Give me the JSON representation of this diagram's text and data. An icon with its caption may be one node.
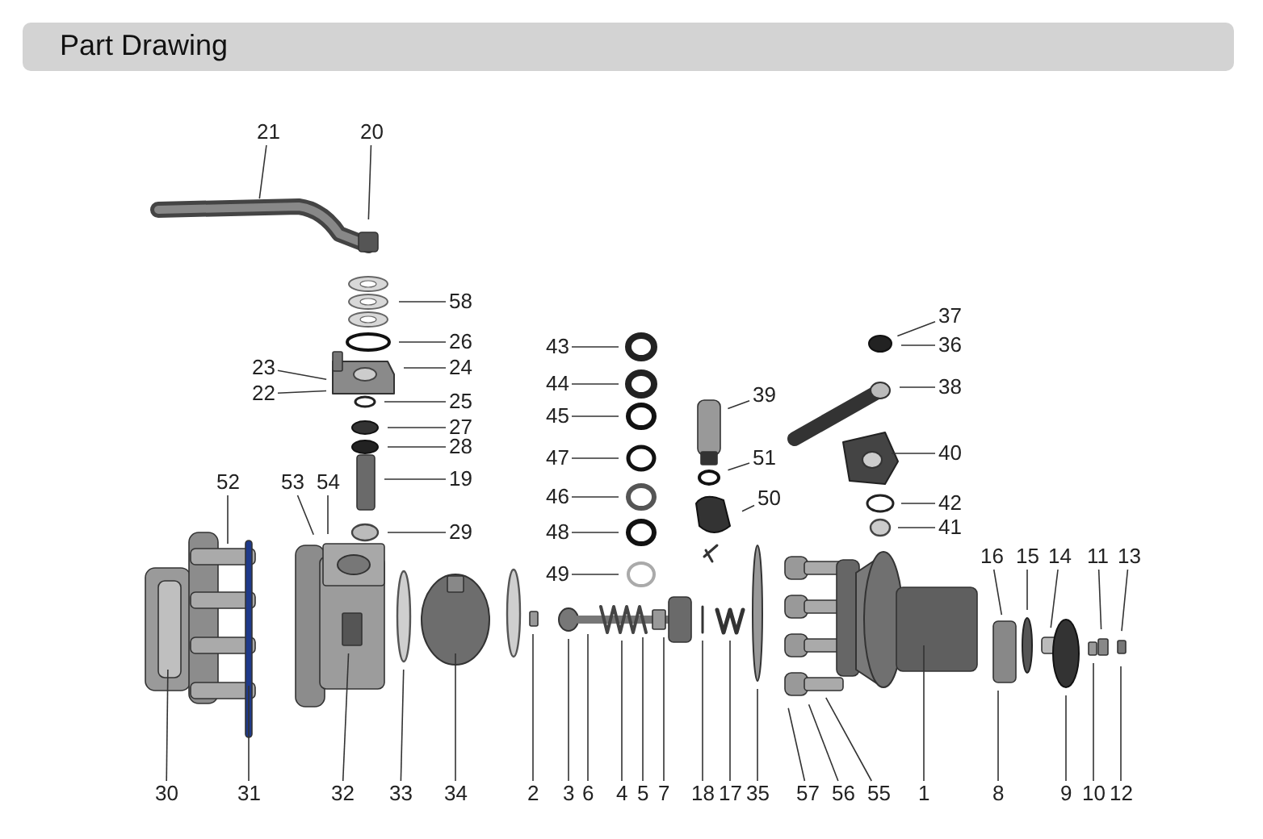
{
  "diagram": {
    "title": "Part Drawing",
    "nodes": [
      {
        "text": [
          "21"
        ]
      },
      {
        "text": [
          "20"
        ]
      },
      {
        "text": [
          "37"
        ]
      },
      {
        "text": [
          "58"
        ]
      },
      {
        "text": [
          "36"
        ]
      },
      {
        "text": [
          "26"
        ]
      },
      {
        "text": [
          "43"
        ]
      },
      {
        "text": [
          "23"
        ]
      },
      {
        "text": [
          "24"
        ]
      },
      {
        "text": [
          "44"
        ]
      },
      {
        "text": [
          "38"
        ]
      },
      {
        "text": [
          "22"
        ]
      },
      {
        "text": [
          "39"
        ]
      },
      {
        "text": [
          "25"
        ]
      },
      {
        "text": [
          "45"
        ]
      },
      {
        "text": [
          "27"
        ]
      },
      {
        "text": [
          "28"
        ]
      },
      {
        "text": [
          "40"
        ]
      },
      {
        "text": [
          "47"
        ]
      },
      {
        "text": [
          "51"
        ]
      },
      {
        "text": [
          "19"
        ]
      },
      {
        "text": [
          "52"
        ]
      },
      {
        "text": [
          "53"
        ]
      },
      {
        "text": [
          "54"
        ]
      },
      {
        "text": [
          "46"
        ]
      },
      {
        "text": [
          "50"
        ]
      },
      {
        "text": [
          "42"
        ]
      },
      {
        "text": [
          "41"
        ]
      },
      {
        "text": [
          "29"
        ]
      },
      {
        "text": [
          "48"
        ]
      },
      {
        "text": [
          "16"
        ]
      },
      {
        "text": [
          "15"
        ]
      },
      {
        "text": [
          "14"
        ]
      },
      {
        "text": [
          "11"
        ]
      },
      {
        "text": [
          "13"
        ]
      },
      {
        "text": [
          "49"
        ]
      },
      {
        "text": [
          "30"
        ]
      },
      {
        "text": [
          "31"
        ]
      },
      {
        "text": [
          "32"
        ]
      },
      {
        "text": [
          "33"
        ]
      },
      {
        "text": [
          "34"
        ]
      },
      {
        "text": [
          "2"
        ]
      },
      {
        "text": [
          "3"
        ]
      },
      {
        "text": [
          "6"
        ]
      },
      {
        "text": [
          "4"
        ]
      },
      {
        "text": [
          "5"
        ]
      },
      {
        "text": [
          "7"
        ]
      },
      {
        "text": [
          "18"
        ]
      },
      {
        "text": [
          "17"
        ]
      },
      {
        "text": [
          "35"
        ]
      },
      {
        "text": [
          "57"
        ]
      },
      {
        "text": [
          "56"
        ]
      },
      {
        "text": [
          "55"
        ]
      },
      {
        "text": [
          "1"
        ]
      },
      {
        "text": [
          "8"
        ]
      },
      {
        "text": [
          "9"
        ]
      },
      {
        "text": [
          "10"
        ]
      },
      {
        "text": [
          "12"
        ]
      }
    ],
    "edges": [
      {
        "from": 0,
        "to": null,
        "arrow": "none"
      },
      {
        "from": 1,
        "to": null,
        "arrow": "none"
      },
      {
        "from": 2,
        "to": null,
        "arrow": "none"
      },
      {
        "from": 3,
        "to": null,
        "arrow": "none"
      },
      {
        "from": 4,
        "to": null,
        "arrow": "none"
      },
      {
        "from": 5,
        "to": null,
        "arrow": "none"
      },
      {
        "from": 6,
        "to": null,
        "arrow": "none"
      },
      {
        "from": 7,
        "to": null,
        "arrow": "none"
      },
      {
        "from": 8,
        "to": null,
        "arrow": "none"
      },
      {
        "from": 9,
        "to": null,
        "arrow": "none"
      },
      {
        "from": 10,
        "to": null,
        "arrow": "none"
      },
      {
        "from": 11,
        "to": null,
        "arrow": "none"
      },
      {
        "from": 12,
        "to": null,
        "arrow": "none"
      },
      {
        "from": 13,
        "to": null,
        "arrow": "none"
      },
      {
        "from": 14,
        "to": null,
        "arrow": "none"
      },
      {
        "from": 15,
        "to": null,
        "arrow": "none"
      },
      {
        "from": 16,
        "to": null,
        "arrow": "none"
      },
      {
        "from": 17,
        "to": null,
        "arrow": "none"
      },
      {
        "from": 18,
        "to": null,
        "arrow": "none"
      },
      {
        "from": 19,
        "to": null,
        "arrow": "none"
      },
      {
        "from": 20,
        "to": null,
        "arrow": "none"
      },
      {
        "from": 21,
        "to": null,
        "arrow": "none"
      },
      {
        "from": 22,
        "to": null,
        "arrow": "none"
      },
      {
        "from": 23,
        "to": null,
        "arrow": "none"
      },
      {
        "from": 24,
        "to": null,
        "arrow": "none"
      },
      {
        "from": 25,
        "to": null,
        "arrow": "none"
      },
      {
        "from": 26,
        "to": null,
        "arrow": "none"
      },
      {
        "from": 27,
        "to": null,
        "arrow": "none"
      },
      {
        "from": 28,
        "to": null,
        "arrow": "none"
      },
      {
        "from": 29,
        "to": null,
        "arrow": "none"
      },
      {
        "from": 30,
        "to": null,
        "arrow": "none"
      },
      {
        "from": 31,
        "to": null,
        "arrow": "none"
      },
      {
        "from": 32,
        "to": null,
        "arrow": "none"
      },
      {
        "from": 33,
        "to": null,
        "arrow": "none"
      },
      {
        "from": 34,
        "to": null,
        "arrow": "none"
      },
      {
        "from": 35,
        "to": null,
        "arrow": "none"
      },
      {
        "from": 36,
        "to": null,
        "arrow": "none"
      },
      {
        "from": 37,
        "to": null,
        "arrow": "none"
      },
      {
        "from": 38,
        "to": null,
        "arrow": "none"
      },
      {
        "from": 39,
        "to": null,
        "arrow": "none"
      },
      {
        "from": 40,
        "to": null,
        "arrow": "none"
      },
      {
        "from": 41,
        "to": null,
        "arrow": "none"
      },
      {
        "from": 42,
        "to": null,
        "arrow": "none"
      },
      {
        "from": 43,
        "to": null,
        "arrow": "none"
      },
      {
        "from": 44,
        "to": null,
        "arrow": "none"
      },
      {
        "from": 45,
        "to": null,
        "arrow": "none"
      },
      {
        "from": 46,
        "to": null,
        "arrow": "none"
      },
      {
        "from": 47,
        "to": null,
        "arrow": "none"
      },
      {
        "from": 48,
        "to": null,
        "arrow": "none"
      },
      {
        "from": 49,
        "to": null,
        "arrow": "none"
      },
      {
        "from": 50,
        "to": null,
        "arrow": "none"
      },
      {
        "from": 51,
        "to": null,
        "arrow": "none"
      },
      {
        "from": 52,
        "to": null,
        "arrow": "none"
      },
      {
        "from": 53,
        "to": null,
        "arrow": "none"
      },
      {
        "from": 54,
        "to": null,
        "arrow": "none"
      },
      {
        "from": 55,
        "to": null,
        "arrow": "none"
      },
      {
        "from": 56,
        "to": null,
        "arrow": "none"
      },
      {
        "from": 57,
        "to": null,
        "arrow": "none"
      }
    ]
  }
}
